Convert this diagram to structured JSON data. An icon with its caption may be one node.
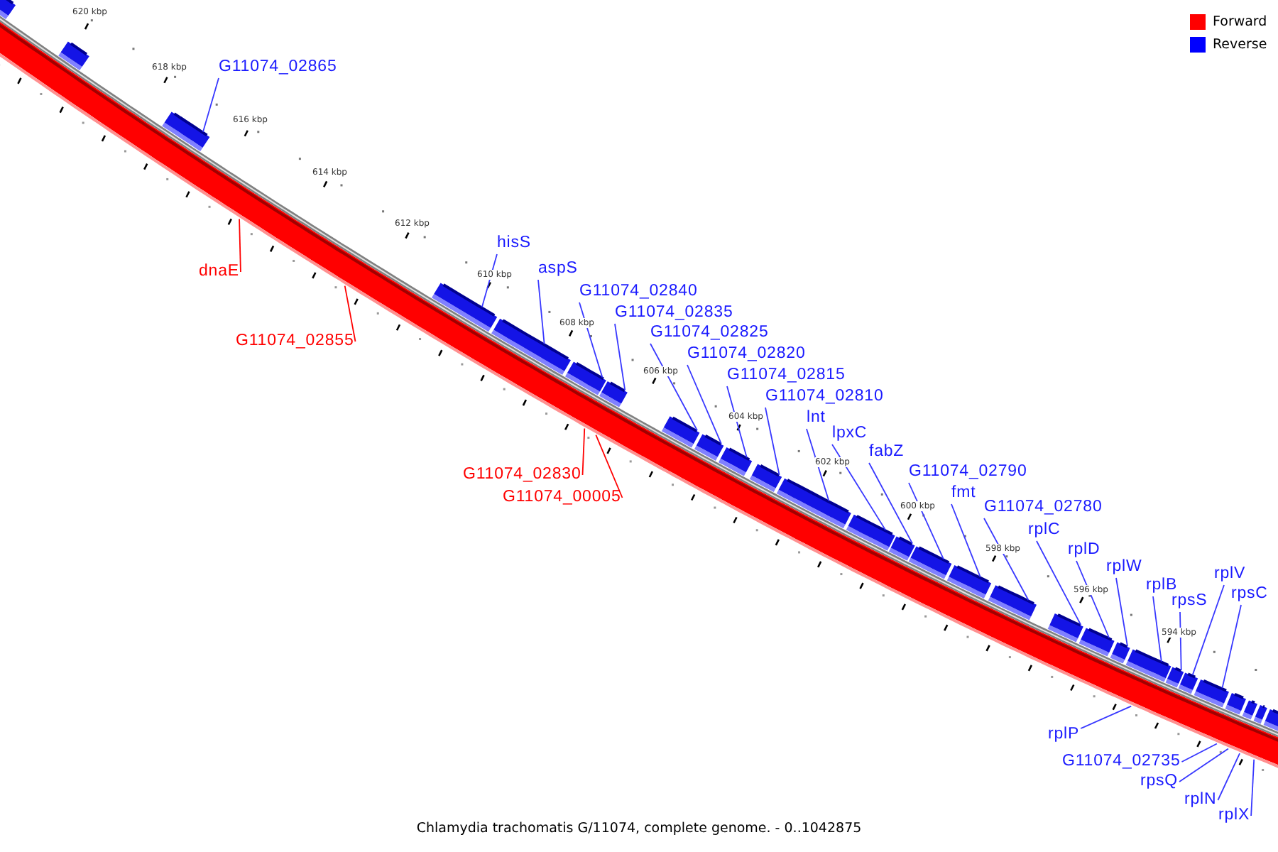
{
  "diagram": {
    "caption": "Chlamydia trachomatis G/11074, complete genome. - 0..1042875",
    "nodes": [
      {
        "text": [
          "G11074_02865"
        ]
      },
      {
        "text": [
          "hisS"
        ]
      },
      {
        "text": [
          "aspS"
        ]
      },
      {
        "text": [
          "G11074_02840"
        ]
      },
      {
        "text": [
          "G11074_02835"
        ]
      },
      {
        "text": [
          "G11074_02825"
        ]
      },
      {
        "text": [
          "G11074_02820"
        ]
      },
      {
        "text": [
          "G11074_02815"
        ]
      },
      {
        "text": [
          "G11074_02810"
        ]
      },
      {
        "text": [
          "lnt"
        ]
      },
      {
        "text": [
          "lpxC"
        ]
      },
      {
        "text": [
          "fabZ"
        ]
      },
      {
        "text": [
          "G11074_02790"
        ]
      },
      {
        "text": [
          "fmt"
        ]
      },
      {
        "text": [
          "G11074_02780"
        ]
      },
      {
        "text": [
          "rplC"
        ]
      },
      {
        "text": [
          "rplD"
        ]
      },
      {
        "text": [
          "rplW"
        ]
      },
      {
        "text": [
          "rplB"
        ]
      },
      {
        "text": [
          "rpsS"
        ]
      },
      {
        "text": [
          "rplV"
        ]
      },
      {
        "text": [
          "rpsC"
        ]
      },
      {
        "text": [
          "rplP"
        ]
      },
      {
        "text": [
          "G11074_02735"
        ]
      },
      {
        "text": [
          "rpsQ"
        ]
      },
      {
        "text": [
          "rplN"
        ]
      },
      {
        "text": [
          "rplX"
        ]
      },
      {
        "text": [
          "dnaE"
        ]
      },
      {
        "text": [
          "G11074_02855"
        ]
      },
      {
        "text": [
          "G11074_02830"
        ]
      },
      {
        "text": [
          "G11074_00005"
        ]
      },
      {
        "text": [],
        "shape": "box"
      },
      {
        "text": [],
        "shape": "box"
      },
      {
        "text": [],
        "shape": "box"
      },
      {
        "text": [],
        "shape": "box"
      },
      {
        "text": [],
        "shape": "box"
      },
      {
        "text": [],
        "shape": "box"
      },
      {
        "text": [],
        "shape": "box"
      },
      {
        "text": [],
        "shape": "box"
      },
      {
        "text": [],
        "shape": "box"
      },
      {
        "text": [],
        "shape": "box"
      },
      {
        "text": [],
        "shape": "box"
      },
      {
        "text": [],
        "shape": "box"
      },
      {
        "text": [],
        "shape": "box"
      },
      {
        "text": [],
        "shape": "box"
      },
      {
        "text": [],
        "shape": "box"
      },
      {
        "text": [],
        "shape": "box"
      },
      {
        "text": [],
        "shape": "box"
      },
      {
        "text": [],
        "shape": "box"
      },
      {
        "text": [],
        "shape": "box"
      },
      {
        "text": [],
        "shape": "box"
      },
      {
        "text": [],
        "shape": "box"
      },
      {
        "text": [],
        "shape": "box"
      },
      {
        "text": [],
        "shape": "box"
      },
      {
        "text": [],
        "shape": "box"
      },
      {
        "text": [],
        "shape": "box"
      },
      {
        "text": [],
        "shape": "box"
      },
      {
        "text": [],
        "shape": "box"
      },
      {
        "text": [],
        "shape": "box"
      }
    ],
    "edges": [
      {
        "from": 0,
        "to": 31,
        "arrow": "none"
      },
      {
        "from": 1,
        "to": 32,
        "arrow": "none"
      },
      {
        "from": 2,
        "to": 33,
        "arrow": "none"
      },
      {
        "from": 3,
        "to": 34,
        "arrow": "none"
      },
      {
        "from": 4,
        "to": 35,
        "arrow": "none"
      },
      {
        "from": 5,
        "to": 36,
        "arrow": "none"
      },
      {
        "from": 6,
        "to": 37,
        "arrow": "none"
      },
      {
        "from": 7,
        "to": 38,
        "arrow": "none"
      },
      {
        "from": 8,
        "to": 39,
        "arrow": "none"
      },
      {
        "from": 9,
        "to": 40,
        "arrow": "none"
      },
      {
        "from": 10,
        "to": 41,
        "arrow": "none"
      },
      {
        "from": 11,
        "to": 42,
        "arrow": "none"
      },
      {
        "from": 12,
        "to": 43,
        "arrow": "none"
      },
      {
        "from": 13,
        "to": 44,
        "arrow": "none"
      },
      {
        "from": 14,
        "to": 45,
        "arrow": "none"
      },
      {
        "from": 15,
        "to": 46,
        "arrow": "none"
      },
      {
        "from": 16,
        "to": 47,
        "arrow": "none"
      },
      {
        "from": 17,
        "to": 48,
        "arrow": "none"
      },
      {
        "from": 18,
        "to": 49,
        "arrow": "none"
      },
      {
        "from": 19,
        "to": 50,
        "arrow": "none"
      },
      {
        "from": 20,
        "to": 51,
        "arrow": "none"
      },
      {
        "from": 21,
        "to": 52,
        "arrow": "none"
      },
      {
        "from": 22,
        "to": null,
        "arrow": "none"
      },
      {
        "from": 23,
        "to": null,
        "arrow": "none"
      },
      {
        "from": 24,
        "to": null,
        "arrow": "none"
      },
      {
        "from": 25,
        "to": null,
        "arrow": "none"
      },
      {
        "from": 26,
        "to": null,
        "arrow": "none"
      },
      {
        "from": 27,
        "to": null,
        "arrow": "none",
        "color": "#ff0000"
      },
      {
        "from": 28,
        "to": null,
        "arrow": "none",
        "color": "#ff0000"
      },
      {
        "from": 29,
        "to": null,
        "arrow": "none",
        "color": "#ff0000"
      },
      {
        "from": 30,
        "to": null,
        "arrow": "none",
        "color": "#ff0000"
      }
    ],
    "labels": [
      "620 kbp",
      "618 kbp",
      "616 kbp",
      "614 kbp",
      "612 kbp",
      "610 kbp",
      "608 kbp",
      "606 kbp",
      "604 kbp",
      "602 kbp",
      "600 kbp",
      "598 kbp",
      "596 kbp",
      "594 kbp"
    ],
    "legend": [
      {
        "text": "Forward",
        "color": "#ff0000"
      },
      {
        "text": "Reverse",
        "color": "#0000ff"
      }
    ]
  }
}
